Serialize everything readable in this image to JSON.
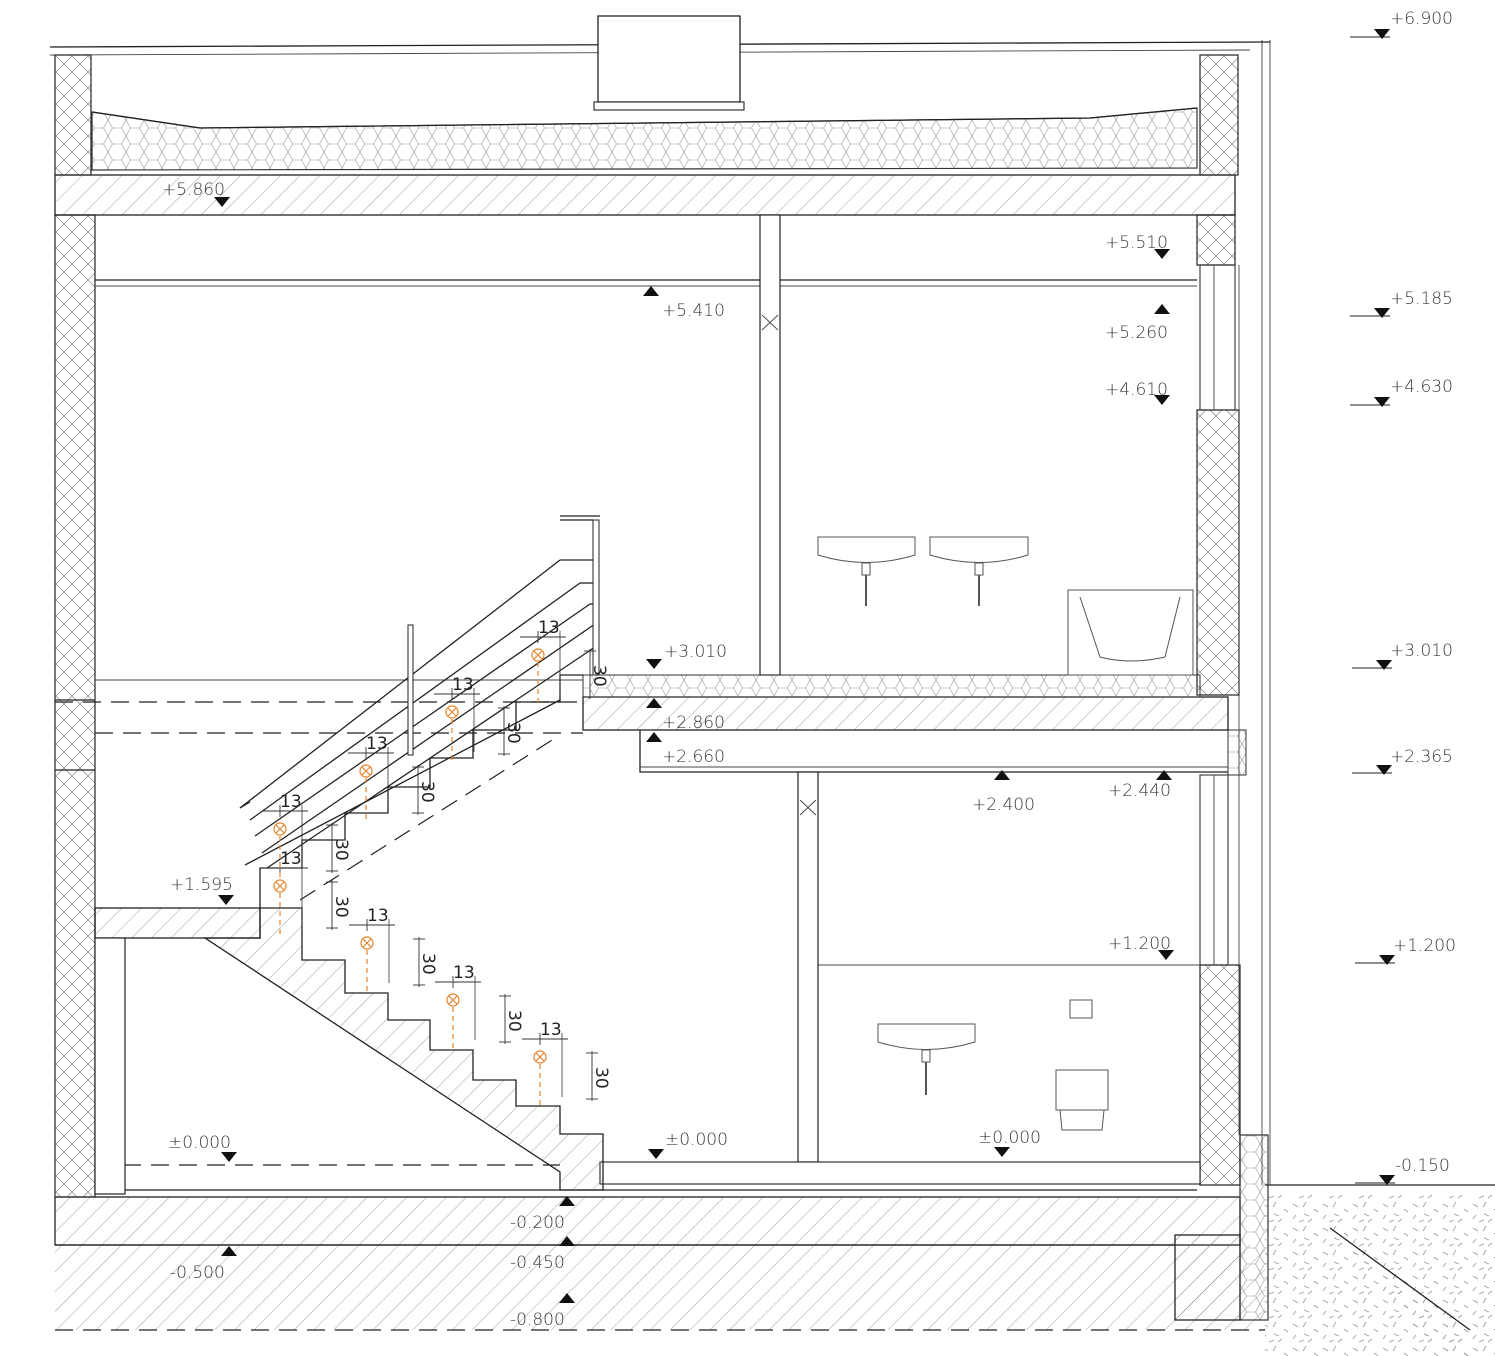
{
  "levels": {
    "right": [
      {
        "id": "r1",
        "label": "+6.900"
      },
      {
        "id": "r2",
        "label": "+5.185"
      },
      {
        "id": "r3",
        "label": "+4.630"
      },
      {
        "id": "r4",
        "label": "+3.010"
      },
      {
        "id": "r5",
        "label": "+2.365"
      },
      {
        "id": "r6",
        "label": "+1.200"
      },
      {
        "id": "r7",
        "label": "-0.150"
      }
    ],
    "inner": [
      {
        "id": "i1",
        "label": "+5.860"
      },
      {
        "id": "i2",
        "label": "+5.510"
      },
      {
        "id": "i3",
        "label": "+5.410"
      },
      {
        "id": "i4",
        "label": "+5.260"
      },
      {
        "id": "i5",
        "label": "+4.610"
      },
      {
        "id": "i6",
        "label": "+3.010"
      },
      {
        "id": "i7",
        "label": "+2.860"
      },
      {
        "id": "i8",
        "label": "+2.660"
      },
      {
        "id": "i9",
        "label": "+2.400"
      },
      {
        "id": "i10",
        "label": "+2.440"
      },
      {
        "id": "i11",
        "label": "+1.595"
      },
      {
        "id": "i12",
        "label": "+1.200"
      },
      {
        "id": "i13",
        "label": "±0.000"
      },
      {
        "id": "i14",
        "label": "±0.000"
      },
      {
        "id": "i15",
        "label": "±0.000"
      },
      {
        "id": "i16",
        "label": "-0.200"
      },
      {
        "id": "i17",
        "label": "-0.450"
      },
      {
        "id": "i18",
        "label": "-0.500"
      },
      {
        "id": "i19",
        "label": "-0.800"
      }
    ]
  },
  "stair_dims": {
    "tread": "13",
    "riser": "30"
  },
  "colors": {
    "line": "#222222",
    "accent": "#e8832a"
  }
}
